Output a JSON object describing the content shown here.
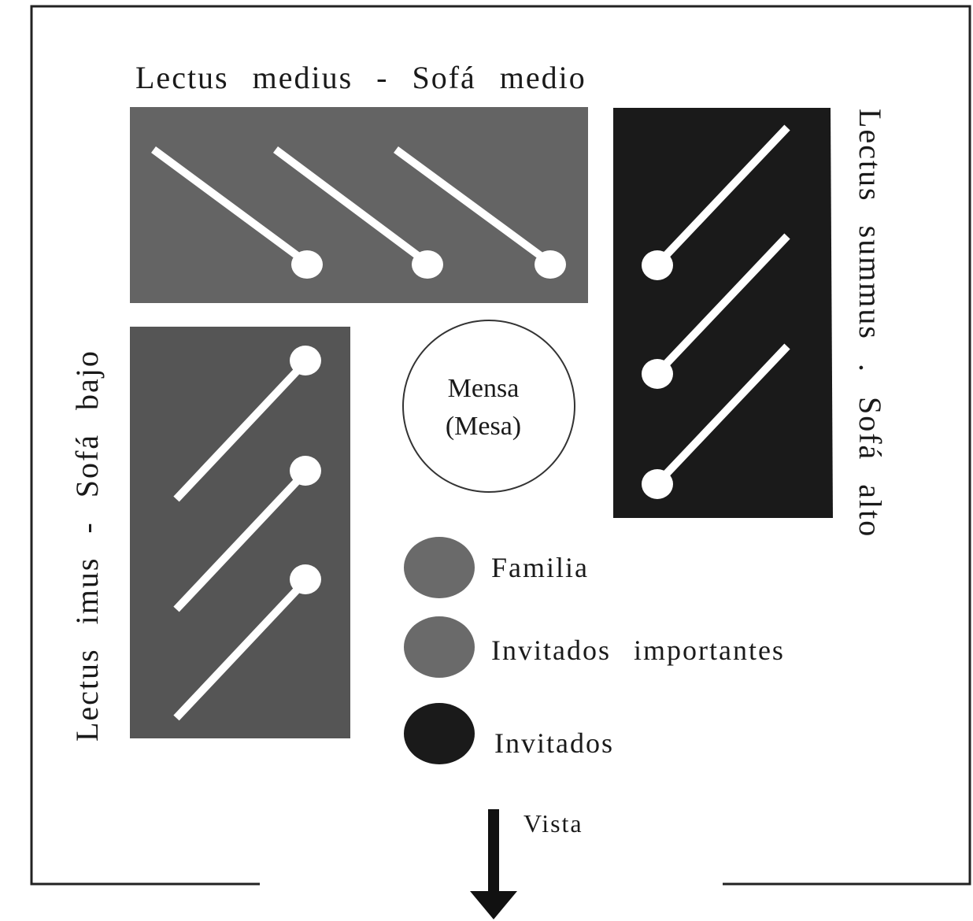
{
  "labels": {
    "top": "Lectus medius - Sofá medio",
    "right": "Lectus summus . Sofá alto",
    "left": "Lectus imus - Sofá bajo",
    "table_line1": "Mensa",
    "table_line2": "(Mesa)",
    "view": "Vista"
  },
  "legend": [
    {
      "label": "Familia",
      "color": "#6a6a6a"
    },
    {
      "label": "Invitados importantes",
      "color": "#6a6a6a"
    },
    {
      "label": "Invitados",
      "color": "#1a1a1a"
    }
  ],
  "colors": {
    "lectus_medius": "#646464",
    "lectus_imus": "#555555",
    "lectus_summus": "#1a1a1a",
    "outline": "#222222",
    "figure": "#ffffff"
  }
}
